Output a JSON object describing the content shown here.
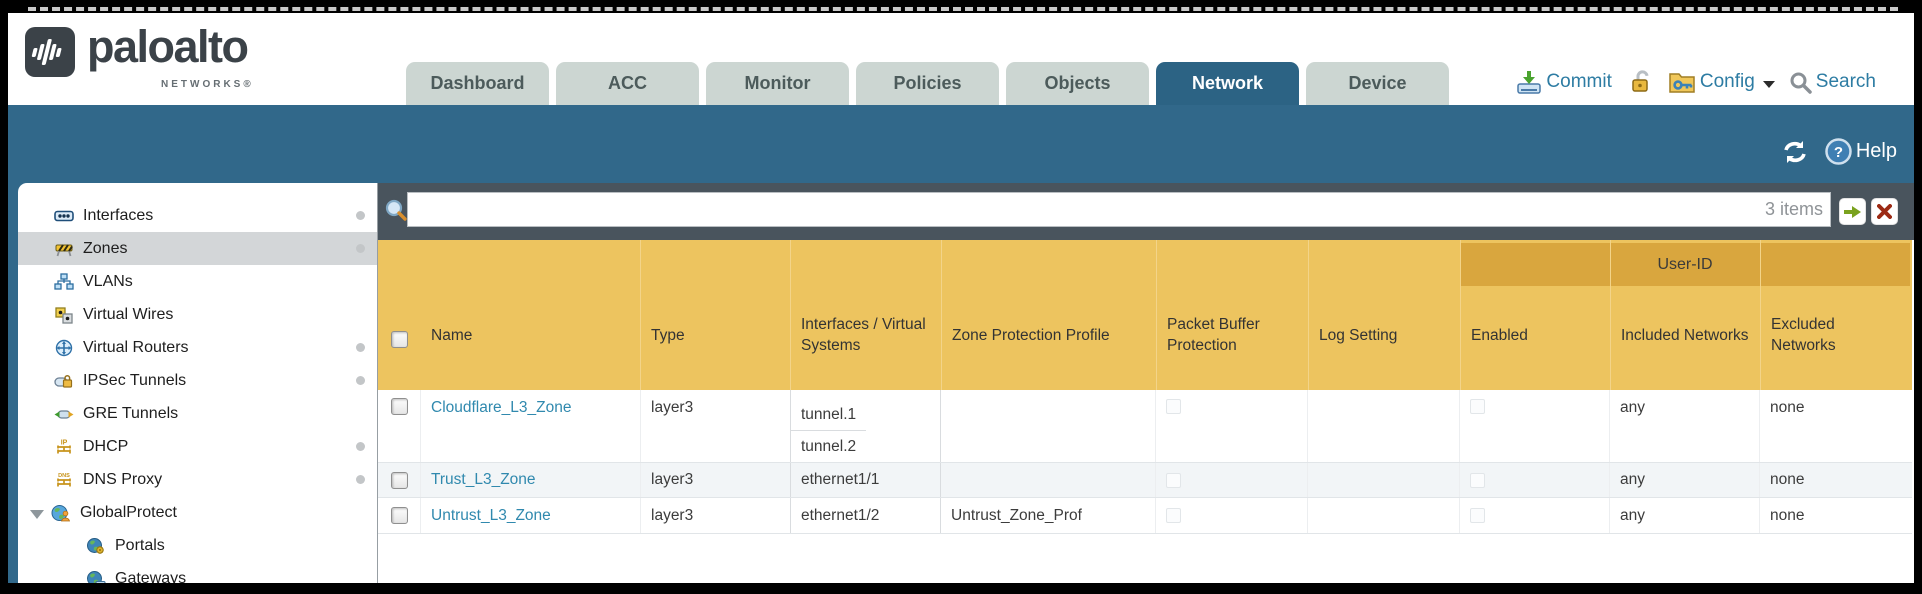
{
  "brand": {
    "name": "paloalto",
    "subtitle": "NETWORKS®"
  },
  "nav": {
    "tabs": [
      {
        "label": "Dashboard",
        "active": false
      },
      {
        "label": "ACC",
        "active": false
      },
      {
        "label": "Monitor",
        "active": false
      },
      {
        "label": "Policies",
        "active": false
      },
      {
        "label": "Objects",
        "active": false
      },
      {
        "label": "Network",
        "active": true
      },
      {
        "label": "Device",
        "active": false
      }
    ]
  },
  "actions": {
    "commit": "Commit",
    "config": "Config",
    "search": "Search"
  },
  "toolbar": {
    "help": "Help"
  },
  "sidebar": {
    "items": [
      {
        "label": "Interfaces",
        "dot": true
      },
      {
        "label": "Zones",
        "dot": true,
        "selected": true
      },
      {
        "label": "VLANs",
        "dot": false
      },
      {
        "label": "Virtual Wires",
        "dot": false
      },
      {
        "label": "Virtual Routers",
        "dot": true
      },
      {
        "label": "IPSec Tunnels",
        "dot": true
      },
      {
        "label": "GRE Tunnels",
        "dot": false
      },
      {
        "label": "DHCP",
        "dot": true
      },
      {
        "label": "DNS Proxy",
        "dot": true
      },
      {
        "label": "GlobalProtect",
        "dot": false,
        "expanded": true
      },
      {
        "label": "Portals",
        "dot": false,
        "child": true
      },
      {
        "label": "Gateways",
        "dot": false,
        "child": true
      }
    ]
  },
  "filter": {
    "value": "",
    "count": "3 items"
  },
  "table": {
    "group_header": "User-ID",
    "columns": [
      "Name",
      "Type",
      "Interfaces / Virtual Systems",
      "Zone Protection Profile",
      "Packet Buffer Protection",
      "Log Setting",
      "Enabled",
      "Included Networks",
      "Excluded Networks"
    ],
    "rows": [
      {
        "name": "Cloudflare_L3_Zone",
        "type": "layer3",
        "interfaces": [
          "tunnel.1",
          "tunnel.2"
        ],
        "zone_protection_profile": "",
        "log_setting": "",
        "included_networks": "any",
        "excluded_networks": "none"
      },
      {
        "name": "Trust_L3_Zone",
        "type": "layer3",
        "interfaces": [
          "ethernet1/1"
        ],
        "zone_protection_profile": "",
        "log_setting": "",
        "included_networks": "any",
        "excluded_networks": "none"
      },
      {
        "name": "Untrust_L3_Zone",
        "type": "layer3",
        "interfaces": [
          "ethernet1/2"
        ],
        "zone_protection_profile": "Untrust_Zone_Prof",
        "log_setting": "",
        "included_networks": "any",
        "excluded_networks": "none"
      }
    ]
  },
  "colors": {
    "tab_active": "#2c6384",
    "band": "#31688a",
    "filter_bar": "#49545d",
    "table_header": "#edc45f",
    "group_header": "#d9a63e",
    "link": "#3089ae"
  }
}
